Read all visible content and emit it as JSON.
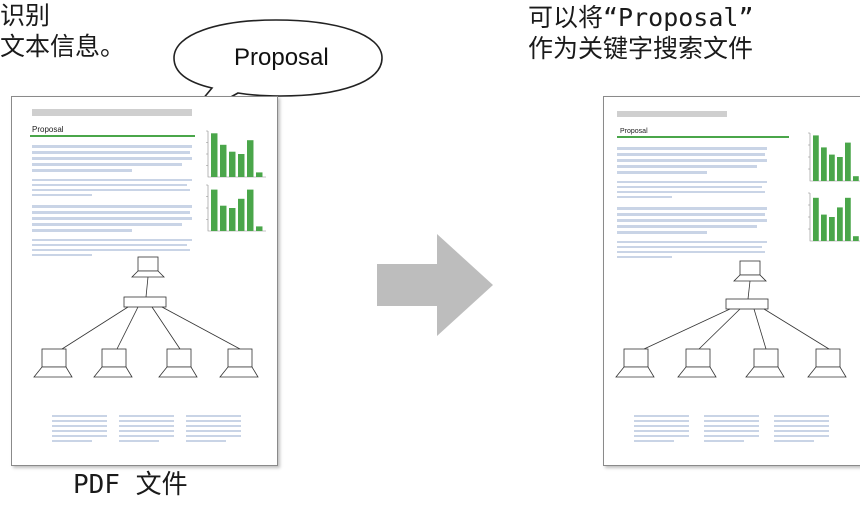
{
  "captions": {
    "left_top_line1": "识别",
    "left_top_line2": "文本信息。",
    "right_top_line1": "可以将“Proposal”",
    "right_top_line2": "作为关键字搜索文件",
    "bottom_label": "PDF 文件"
  },
  "bubble": {
    "text": "Proposal"
  },
  "document": {
    "title": "Proposal",
    "chart_data": [
      {
        "type": "bar",
        "values": [
          95,
          70,
          55,
          50,
          80,
          10
        ]
      },
      {
        "type": "bar",
        "values": [
          90,
          55,
          50,
          70,
          90,
          10
        ]
      }
    ]
  },
  "colors": {
    "accent_green": "#4aa64a",
    "arrow_gray": "#bdbdbd",
    "header_gray": "#cfcfcf"
  }
}
